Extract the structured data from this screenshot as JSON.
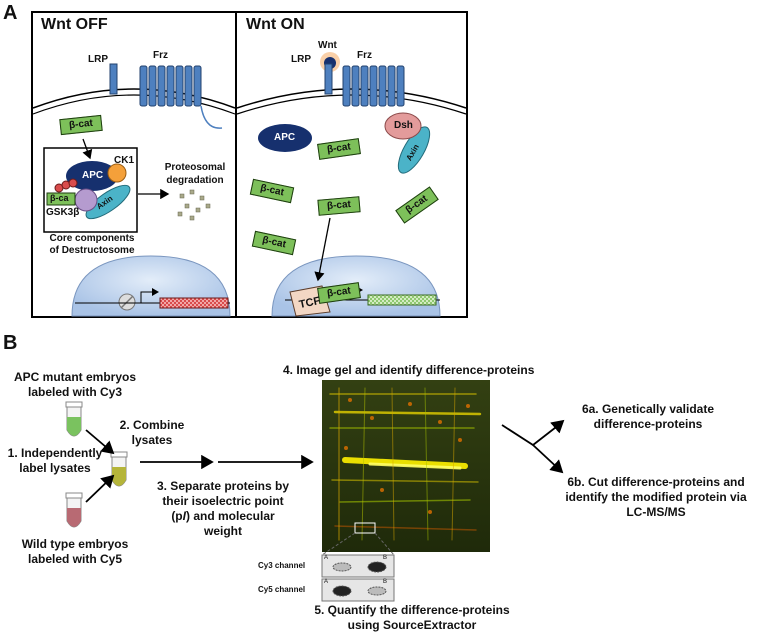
{
  "panelA": {
    "letter": "A",
    "off": {
      "title": "Wnt OFF",
      "lrp": "LRP",
      "frz": "Frz",
      "bcat_free": "β-cat",
      "ck1": "CK1",
      "apc": "APC",
      "bcat_complex": "β-ca",
      "axin": "Axin",
      "gsk": "GSK3β",
      "core1": "Core components",
      "core2": "of Destructosome",
      "prot1": "Proteosomal",
      "prot2": "degradation"
    },
    "on": {
      "title": "Wnt ON",
      "wnt": "Wnt",
      "lrp": "LRP",
      "frz": "Frz",
      "apc": "APC",
      "dsh": "Dsh",
      "axin": "Axin",
      "bcat": "β-cat",
      "tcf": "TCF"
    }
  },
  "panelB": {
    "letter": "B",
    "apc_label1": "APC mutant embryos",
    "apc_label2": "labeled with Cy3",
    "step1_1": "1. Independently",
    "step1_2": "label lysates",
    "step2_1": "2. Combine",
    "step2_2": "lysates",
    "wt_label1": "Wild type embryos",
    "wt_label2": "labeled with Cy5",
    "step3_1": "3. Separate proteins by",
    "step3_2": "their isoelectric point",
    "step3_3a": "(p",
    "step3_3b": "I",
    "step3_3c": ") and molecular",
    "step3_4": "weight",
    "step4": "4. Image gel and identify difference-proteins",
    "step5_1": "5. Quantify the difference-proteins",
    "step5_2": "using SourceExtractor",
    "step6a_1": "6a. Genetically validate",
    "step6a_2": "difference-proteins",
    "step6b_1": "6b. Cut difference-proteins and",
    "step6b_2": "identify the modified protein via",
    "step6b_3": "LC-MS/MS",
    "cy3_channel": "Cy3 channel",
    "cy5_channel": "Cy5 channel",
    "spot_a": "A",
    "spot_b": "B"
  },
  "colors": {
    "receptor": "#4e80bf",
    "apc": "#16306e",
    "axin": "#4bb3c8",
    "bcat": "#7dc05a",
    "ck1": "#f4a03a",
    "gsk": "#b59bcf",
    "dsh": "#e39b9b",
    "nucleus": "#c8daf0",
    "gel": "#2e3a12"
  }
}
